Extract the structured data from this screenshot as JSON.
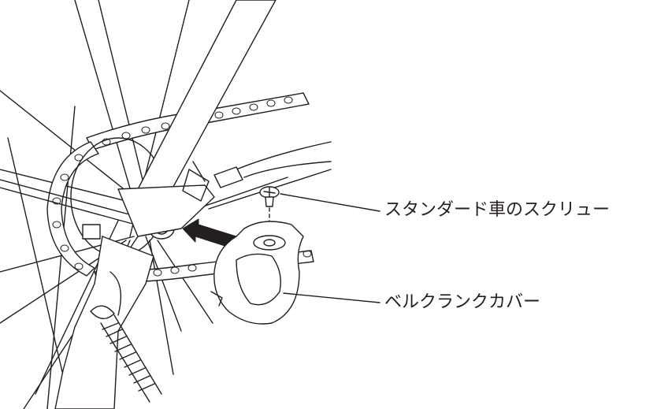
{
  "callouts": {
    "screw_label": "スタンダード車のスクリュー",
    "cover_label": "ベルクランクカバー"
  },
  "colors": {
    "line": "#231f20",
    "background": "#ffffff"
  },
  "icons": {
    "arrow": "install-direction-arrow"
  }
}
